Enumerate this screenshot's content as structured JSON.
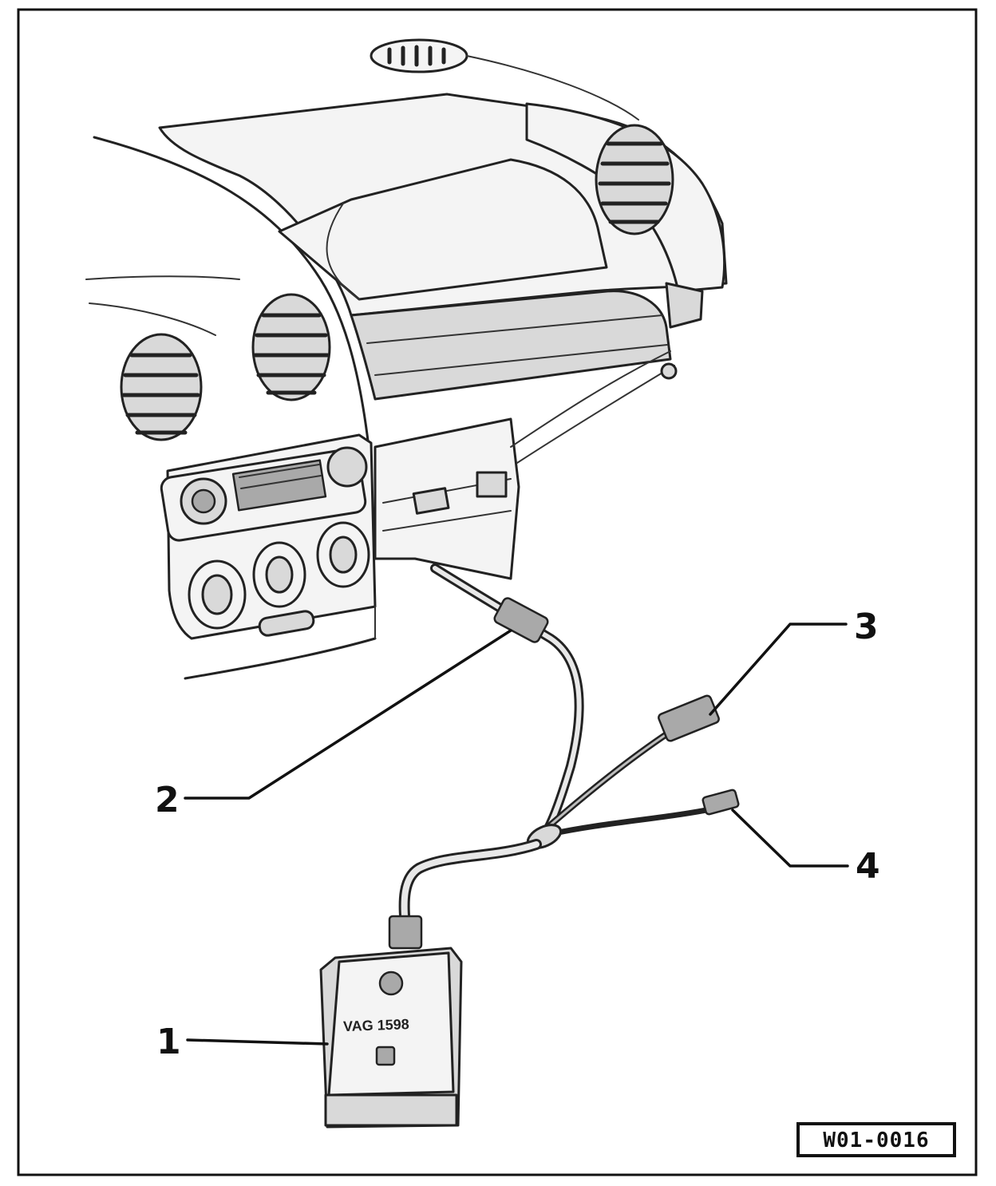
{
  "callouts": [
    "1",
    "2",
    "3",
    "4"
  ],
  "reference_code": "W01-0016",
  "tool_label": "VAG 1598"
}
